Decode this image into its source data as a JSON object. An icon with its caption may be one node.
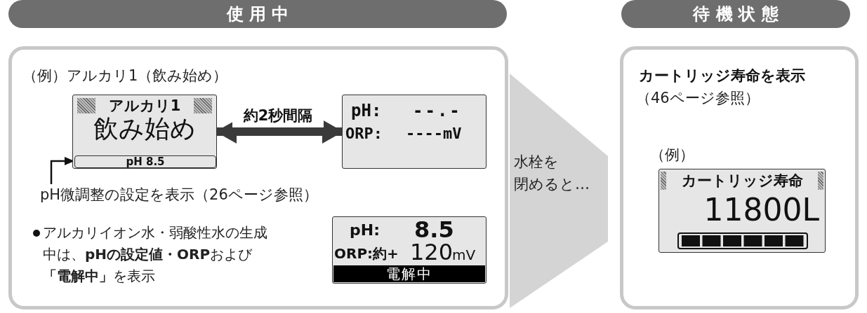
{
  "diagram": {
    "nodes": [
      {
        "text": [
          "使 用 中"
        ]
      },
      {
        "text": [
          "待 機 状 態"
        ]
      },
      {
        "text": [
          "（例）アルカリ1（飲み始め）"
        ]
      },
      {
        "text": [
          "アルカリ1",
          "飲み始め"
        ],
        "in": 2
      },
      {
        "text": [
          "pH 8.5"
        ],
        "in": 3
      },
      {
        "text": [
          "pH:",
          "--.-",
          "ORP:",
          "----mV"
        ],
        "in": 2
      },
      {
        "text": [
          "pH微調整の設定を表示（26ページ参照）"
        ],
        "in": 2
      },
      {
        "text": [
          "pH:",
          "8.5",
          "ORP:約+",
          "120",
          "mV",
          "電解中"
        ],
        "in": 2
      },
      {
        "text": [
          "水栓を",
          "閉めると…"
        ]
      },
      {
        "text": [
          "カートリッジ寿命を表示",
          "（46ページ参照）",
          "（例）"
        ]
      },
      {
        "text": [
          "カートリッジ寿命",
          "11800L"
        ],
        "in": 9
      }
    ],
    "edges": [
      {
        "from": 3,
        "to": 5,
        "arrow": "both",
        "label": "約2秒間隔",
        "style": "thick"
      },
      {
        "from": 6,
        "to": 4,
        "arrow": "to"
      }
    ],
    "labels": [
      "アルカリイオン水・弱酸性水の生成中は、**pHの設定値・ORP**および**「電解中」**を表示"
    ]
  }
}
